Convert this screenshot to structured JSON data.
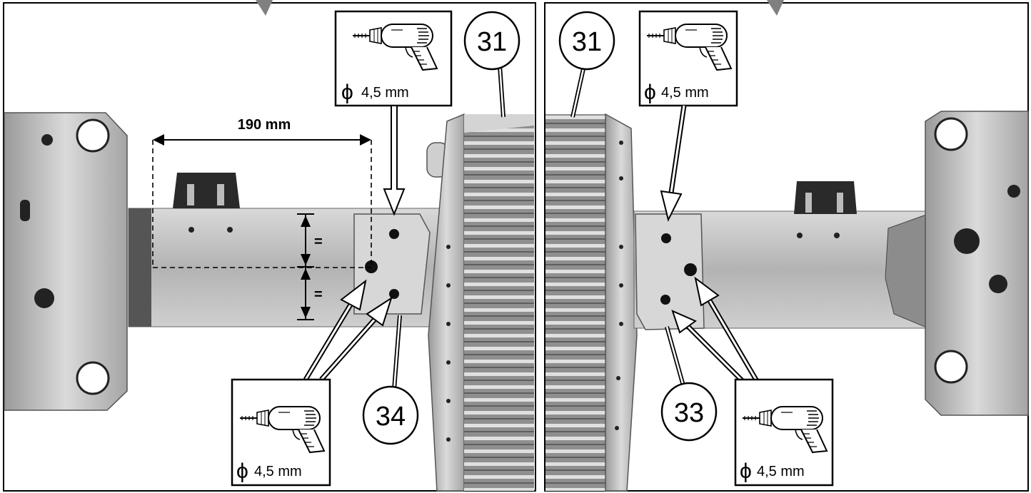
{
  "left_panel": {
    "dimension_label": "190 mm",
    "equal_mark": "=",
    "callouts": {
      "radiator": "31",
      "bracket": "34"
    },
    "drill_icons": [
      {
        "diameter_symbol": "ϕ",
        "diameter_text": "4,5 mm"
      },
      {
        "diameter_symbol": "ϕ",
        "diameter_text": "4,5 mm"
      }
    ]
  },
  "right_panel": {
    "callouts": {
      "radiator": "31",
      "bracket": "33"
    },
    "drill_icons": [
      {
        "diameter_symbol": "ϕ",
        "diameter_text": "4,5 mm"
      },
      {
        "diameter_symbol": "ϕ",
        "diameter_text": "4,5 mm"
      }
    ]
  },
  "icons": [
    "drill-icon",
    "arrow-icon",
    "hole-icon"
  ],
  "colors": {
    "ink": "#000000",
    "metal": "#bdbdbd",
    "background": "#ffffff"
  }
}
